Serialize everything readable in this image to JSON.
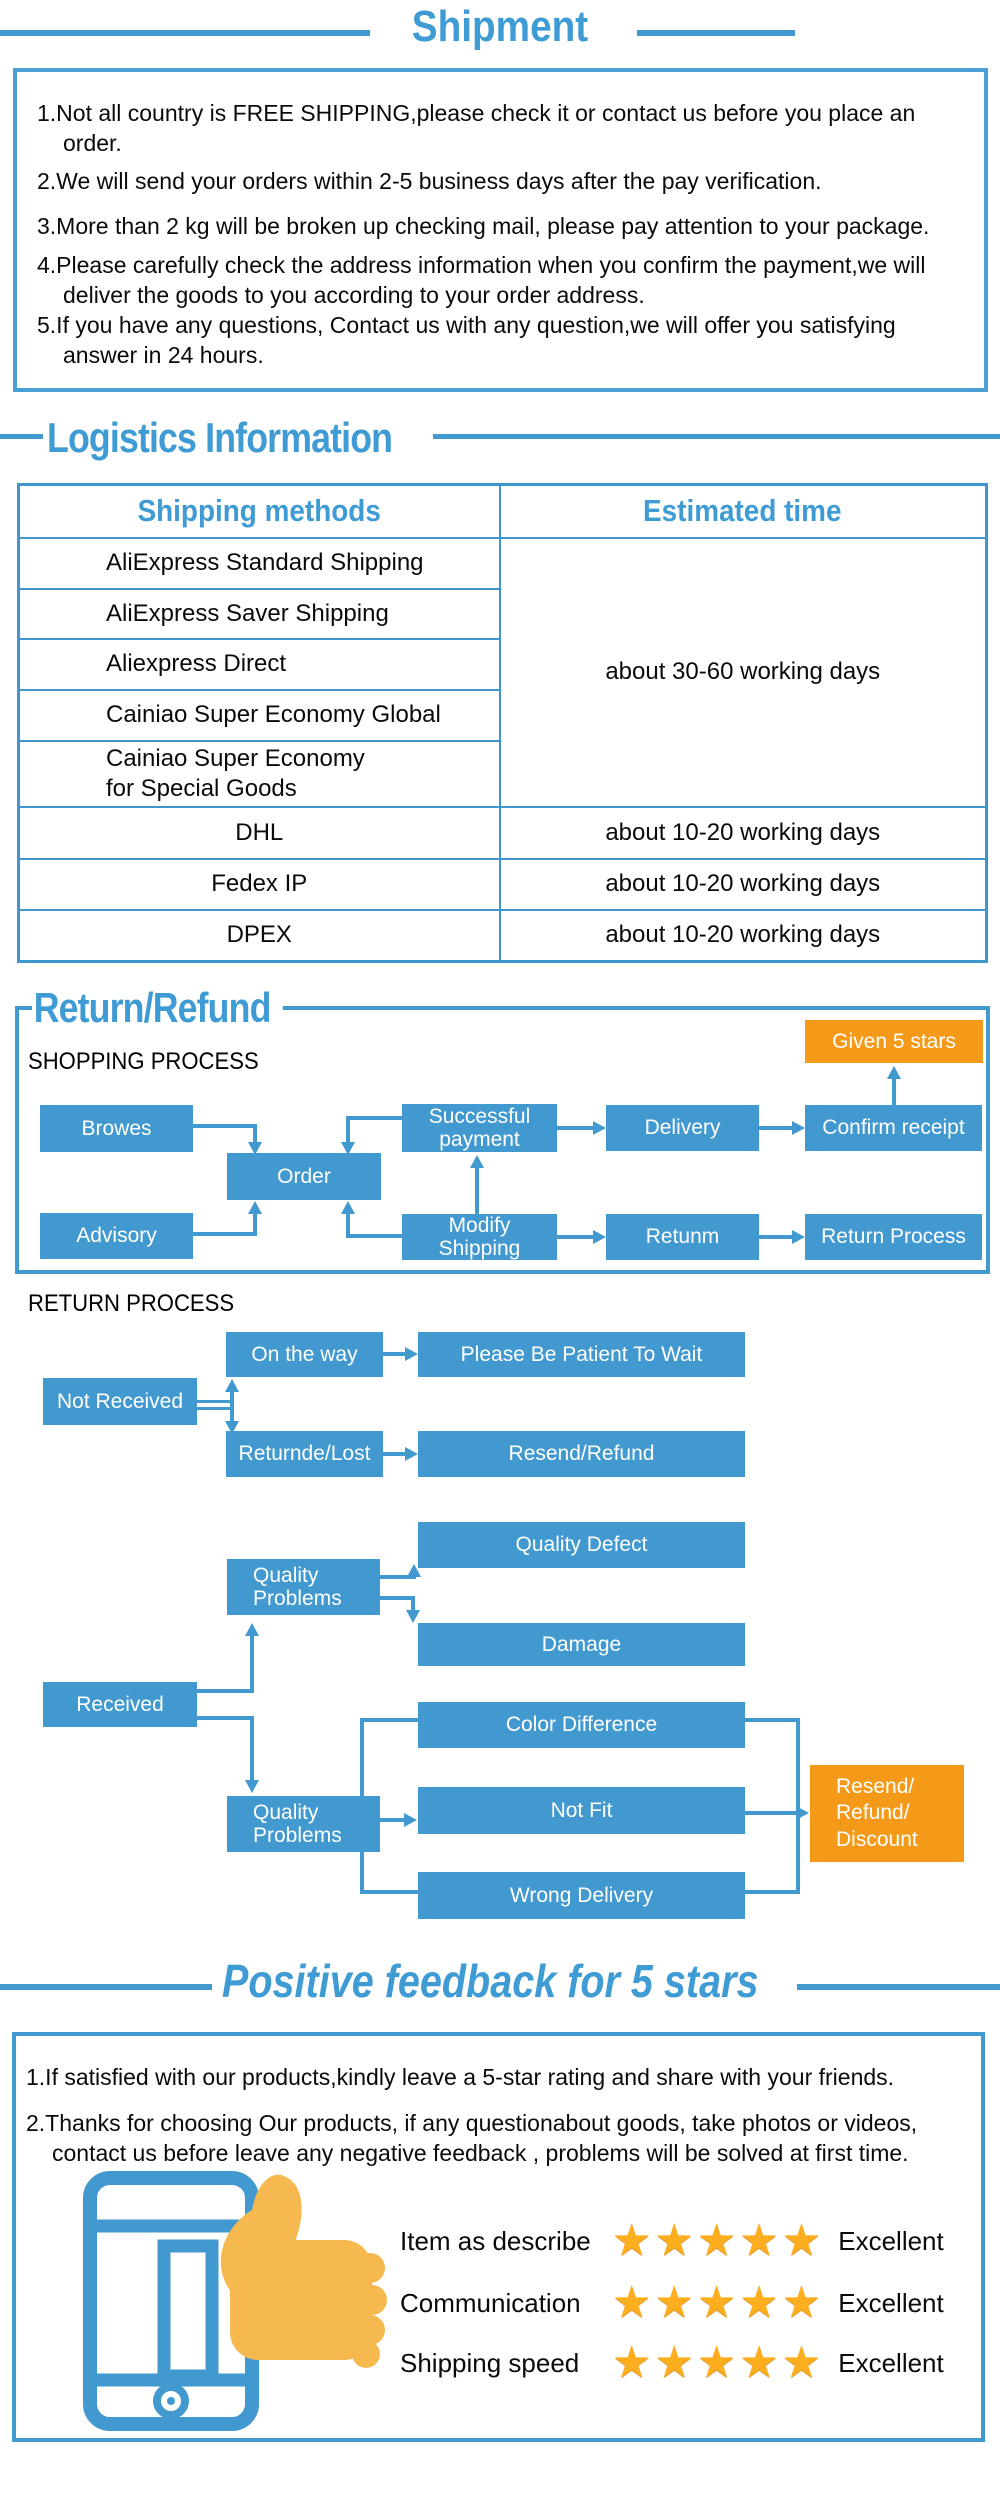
{
  "colors": {
    "accent_blue": "#4299CF",
    "title_blue": "#3F9BD4",
    "orange": "#F49A18",
    "star_gold": "#FCAE1E"
  },
  "shipment": {
    "title": "Shipment",
    "notes": [
      "1.Not all country is FREE SHIPPING,please check it or contact us before you place an order.",
      "2.We will send your orders within 2-5 business days after the pay verification.",
      "3.More than 2 kg will be broken up checking mail, please pay attention to your package.",
      "4.Please carefully check the address information when you confirm the payment,we will deliver the goods to you according to your order address.",
      "5.If you have any questions, Contact us with any question,we will offer you satisfying answer in 24 hours."
    ]
  },
  "logistics": {
    "title": "Logistics Information",
    "table": {
      "col1_header": "Shipping methods",
      "col2_header": "Estimated time",
      "group_methods": [
        "AliExpress Standard Shipping",
        "AliExpress Saver Shipping",
        "Aliexpress Direct",
        "Cainiao Super Economy Global",
        "Cainiao Super Economy for Special Goods"
      ],
      "group_time": "about 30-60 working days",
      "express_rows": [
        {
          "method": "DHL",
          "time": "about 10-20 working days"
        },
        {
          "method": "Fedex IP",
          "time": "about 10-20 working days"
        },
        {
          "method": "DPEX",
          "time": "about 10-20 working days"
        }
      ]
    }
  },
  "return_refund": {
    "title": "Return/Refund",
    "shopping_process_label": "SHOPPING PROCESS",
    "return_process_label": "RETURN PROCESS",
    "shopping_nodes": {
      "browes": "Browes",
      "order": "Order",
      "advisory": "Advisory",
      "successful_payment": "Successful payment",
      "modify_shipping": "Modify Shipping",
      "delivery": "Delivery",
      "retunm": "Retunm",
      "confirm_receipt": "Confirm receipt",
      "return_process": "Return Process",
      "given_5_stars": "Given 5 stars"
    },
    "return_nodes": {
      "not_received": "Not Received",
      "on_the_way": "On the way",
      "please_wait": "Please Be Patient To Wait",
      "returnde_lost": "Returnde/Lost",
      "resend_refund": "Resend/Refund",
      "quality_problems": "Quality Problems",
      "quality_defect": "Quality Defect",
      "damage": "Damage",
      "received": "Received",
      "color_difference": "Color Difference",
      "not_fit": "Not Fit",
      "wrong_delivery": "Wrong Delivery",
      "resend_refund_discount": "Resend/ Refund/ Discount"
    }
  },
  "feedback": {
    "title": "Positive feedback for 5 stars",
    "notes": [
      "1.If satisfied with our products,kindly leave a 5-star rating and share with your friends.",
      "2.Thanks for choosing Our products, if any questionabout goods, take photos or videos, contact us before leave any negative feedback , problems will be solved at first time."
    ],
    "ratings": [
      {
        "label": "Item as describe",
        "stars": "★★★★★",
        "grade": "Excellent"
      },
      {
        "label": "Communication",
        "stars": "★★★★★",
        "grade": "Excellent"
      },
      {
        "label": "Shipping speed",
        "stars": "★★★★★",
        "grade": "Excellent"
      }
    ]
  }
}
